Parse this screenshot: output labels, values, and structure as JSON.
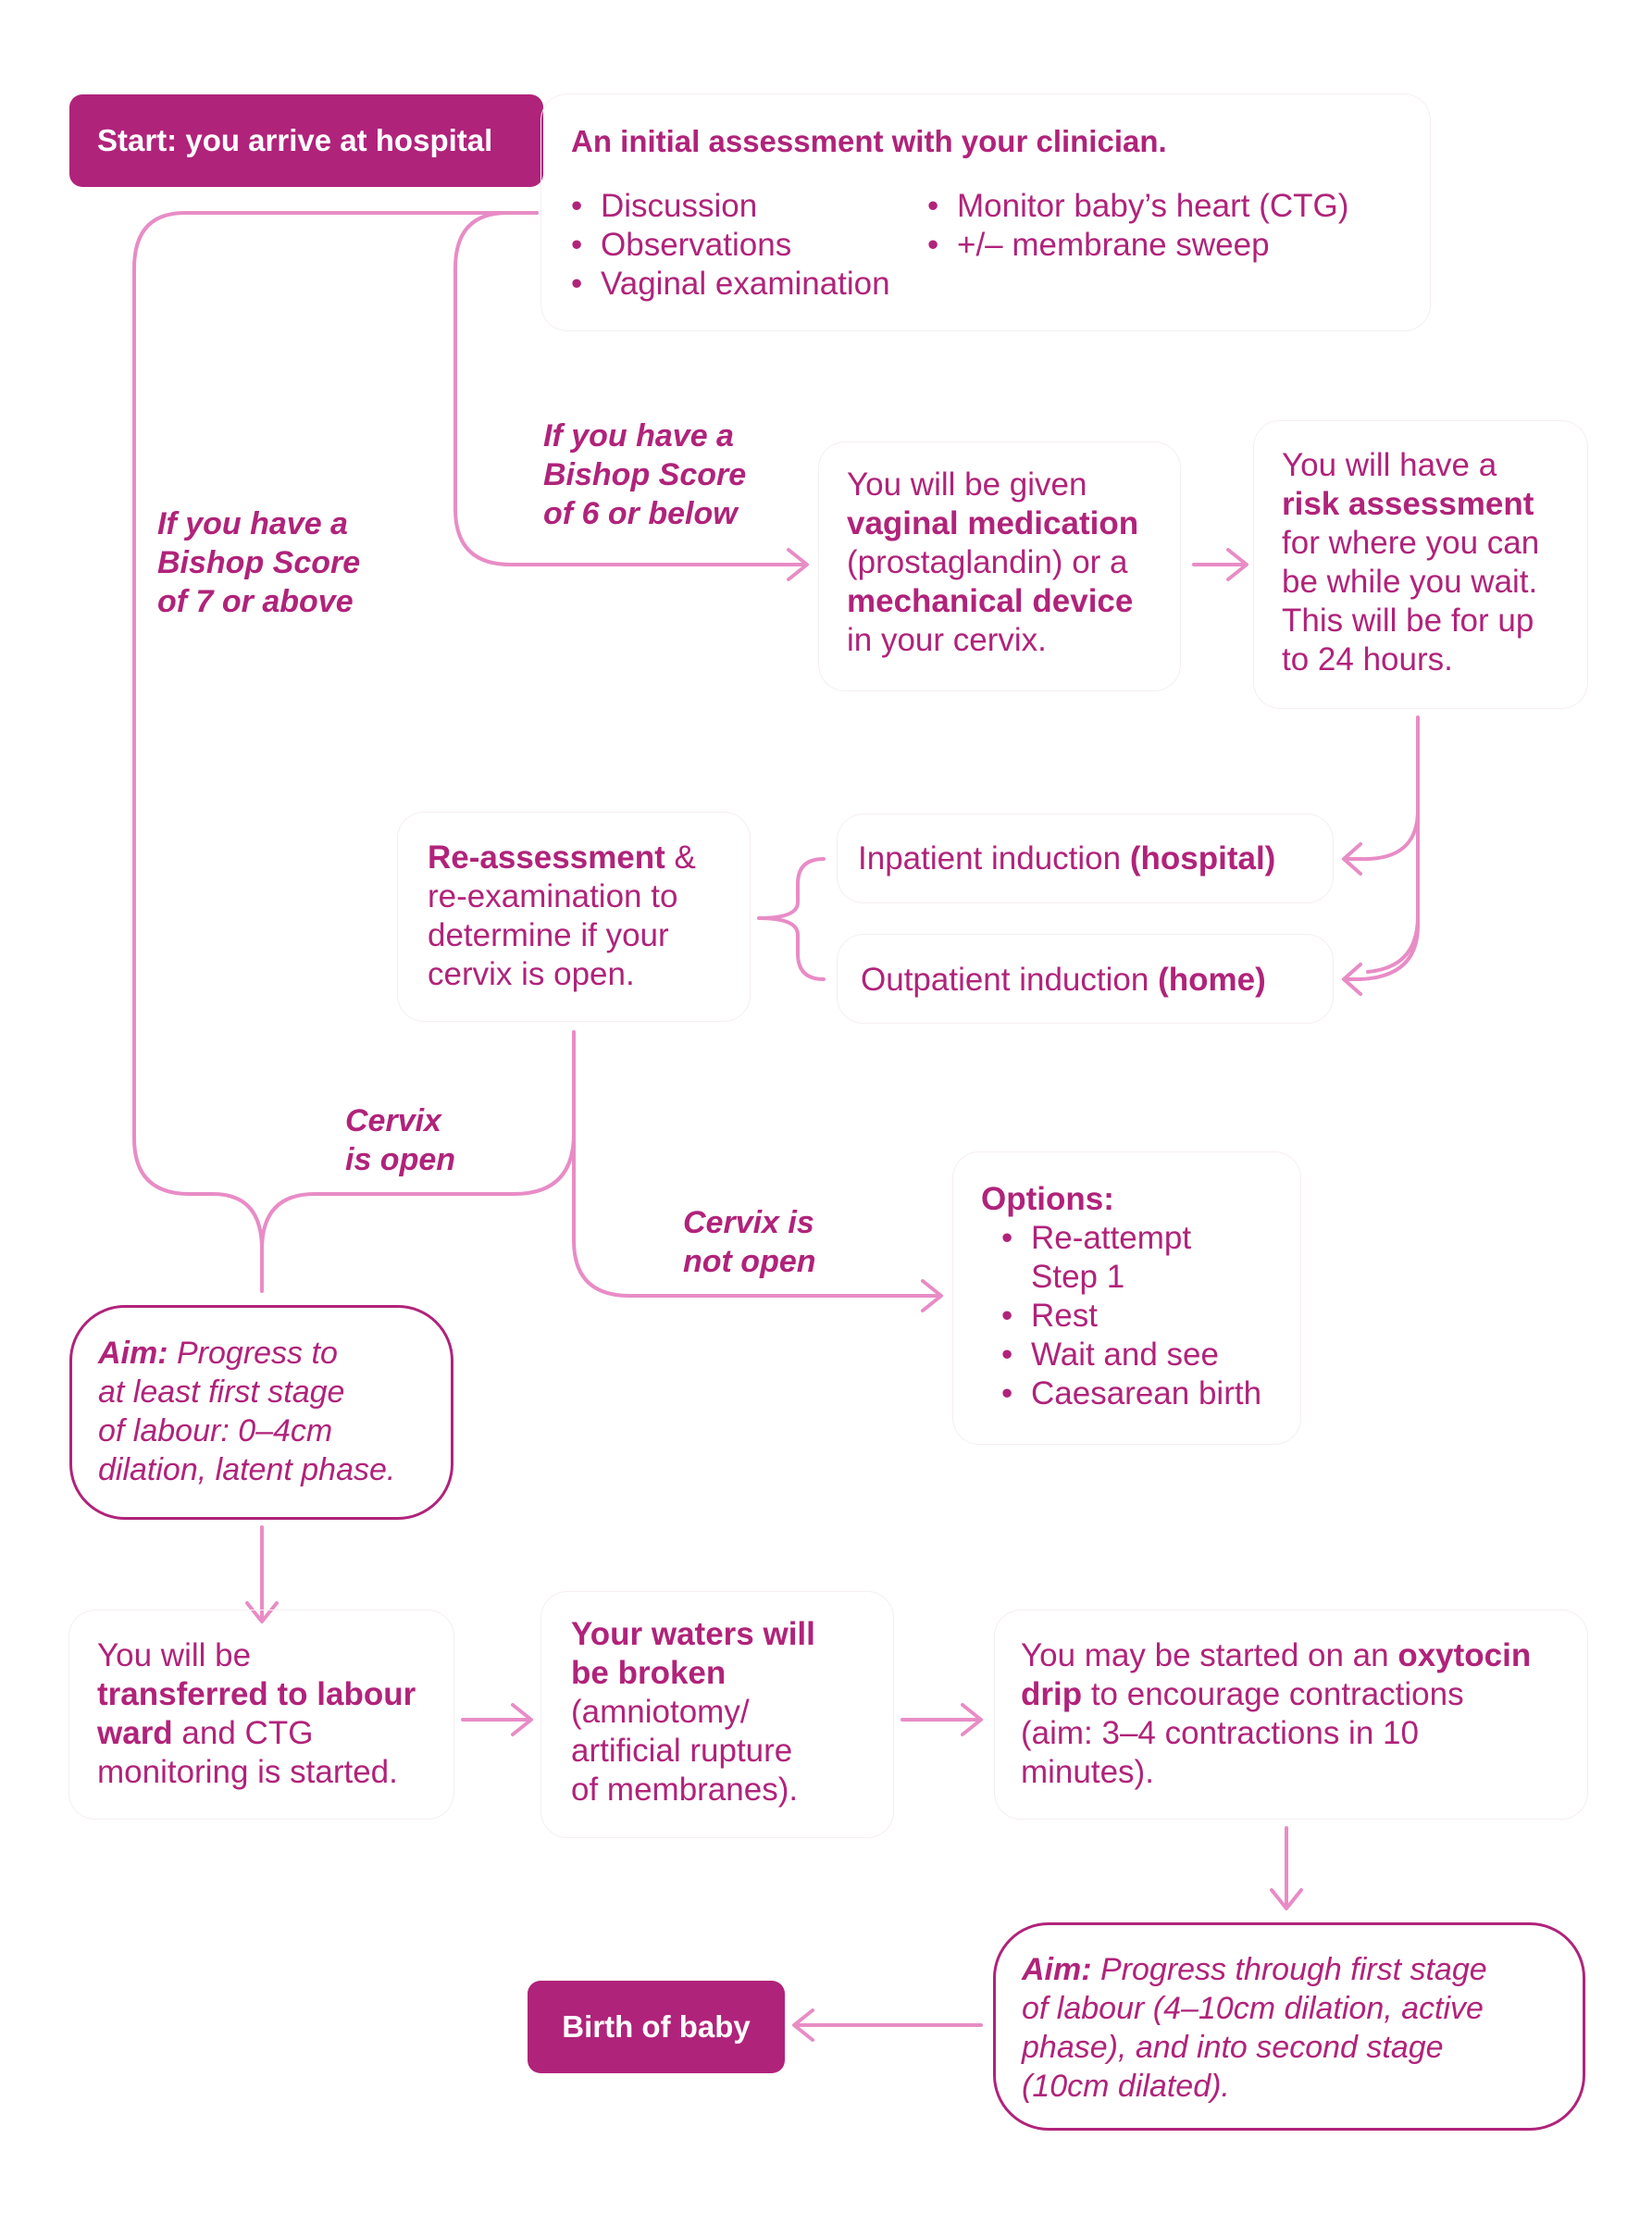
{
  "start": {
    "label": "Start: you arrive at hospital"
  },
  "initial": {
    "title": "An initial assessment with your clinician.",
    "col1": [
      "Discussion",
      "Observations",
      "Vaginal examination"
    ],
    "col2": [
      "Monitor baby’s heart (CTG)",
      "+/– membrane sweep"
    ]
  },
  "branch_high": {
    "l1": "If you have a",
    "l2": "Bishop Score",
    "l3": "of 7 or above"
  },
  "branch_low": {
    "l1": "If you have a",
    "l2": "Bishop Score",
    "l3": "of 6 or below"
  },
  "medication": {
    "p1": "You will be given",
    "b1": "vaginal medication",
    "p2": "(prostaglandin) or a",
    "b2": "mechanical device",
    "p3": "in your cervix."
  },
  "risk": {
    "p1": "You will have a",
    "b1": "risk assessment",
    "p2": "for where you can",
    "p3": "be while you wait.",
    "p4": "This will be for up",
    "p5": "to 24 hours."
  },
  "induction": {
    "inpatient": "Inpatient induction",
    "inpatient_bold": "(hospital)",
    "outpatient": "Outpatient induction",
    "outpatient_bold": "(home)"
  },
  "reassess": {
    "b1": "Re-assessment",
    "p1": " &",
    "p2": "re-examination to",
    "p3": "determine if your",
    "p4": "cervix is open."
  },
  "cervix_open": {
    "l1": "Cervix",
    "l2": "is open"
  },
  "cervix_not_open": {
    "l1": "Cervix is",
    "l2": "not open"
  },
  "options": {
    "title": "Options:",
    "items": [
      "Re-attempt",
      "Rest",
      "Wait and see",
      "Caesarean birth"
    ],
    "item1_cont": "Step 1"
  },
  "aim1": {
    "label": "Aim:",
    "l1": " Progress to",
    "l2": "at least first stage",
    "l3": "of labour: 0–4cm",
    "l4": "dilation, latent phase."
  },
  "transfer": {
    "p1": "You will be",
    "b1": "transferred to labour",
    "b2": "ward",
    "p2": " and CTG",
    "p3": "monitoring is started."
  },
  "waters": {
    "b1": "Your waters will",
    "b2": "be broken",
    "p1": "(amniotomy/",
    "p2": "artificial rupture",
    "p3": "of membranes)."
  },
  "oxytocin": {
    "p1": "You may be started on an ",
    "b1": "oxytocin",
    "b2": "drip",
    "p2": " to encourage contractions",
    "p3": "(aim: 3–4 contractions in 10",
    "p4": "minutes)."
  },
  "aim2": {
    "label": "Aim:",
    "l1": " Progress through first stage",
    "l2": "of labour (4–10cm dilation, active",
    "l3": "phase), and into second stage",
    "l4": "(10cm dilated)."
  },
  "birth": {
    "label": "Birth of baby"
  },
  "colors": {
    "primary": "#b0237a",
    "arrow": "#e88cc6",
    "text_on_primary": "#ffffff"
  }
}
